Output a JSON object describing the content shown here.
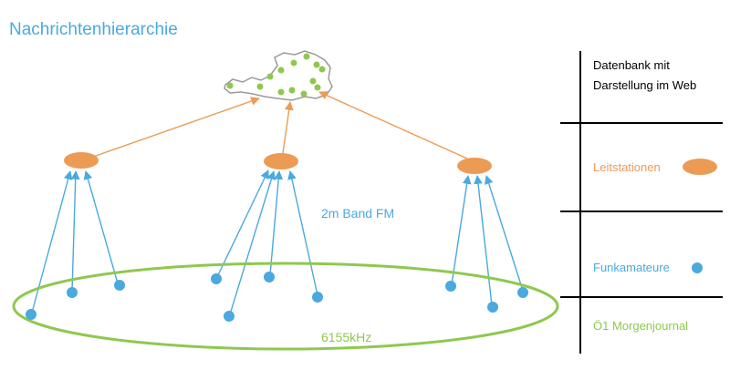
{
  "title": "Nachrichtenhierarchie",
  "band_label": "2m Band FM",
  "freq_label": "6155kHz",
  "legend": {
    "database_line1": "Datenbank mit",
    "database_line2": "Darstellung im Web",
    "stations": "Leitstationen",
    "amateurs": "Funkamateure",
    "journal": "Ö1 Morgenjournal"
  },
  "colors": {
    "title": "#4aa9df",
    "orange": "#ec9b55",
    "blue": "#4aa9df",
    "green": "#8ec84e",
    "map_outline": "#9a9a9a",
    "divider": "#000000"
  },
  "icons": [
    "austria-map-icon",
    "leitstation-ellipse-icon",
    "funkamateur-dot-icon"
  ]
}
